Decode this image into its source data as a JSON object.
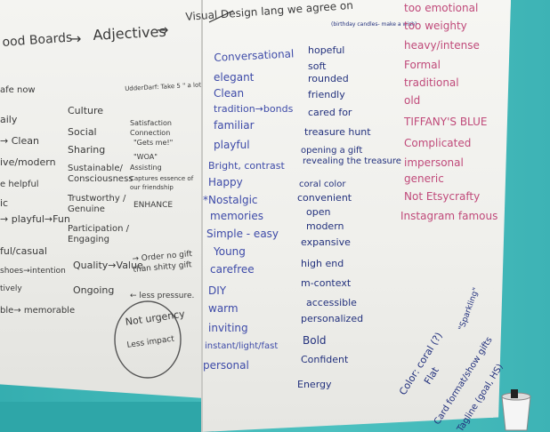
{
  "header": {
    "boards": "ood Boards",
    "arrow1": "→",
    "adjectives": "Adjectives",
    "arrow2": "→",
    "visual": "Visual Design lang we agree on"
  },
  "col_left": {
    "top": "afe now",
    "items": [
      "aily",
      "→ Clean",
      "ive/modern",
      "e helpful",
      "ic",
      "→ playful→Fun",
      "ful/casual",
      "shoes→intention",
      "tively",
      "ble→ memorable"
    ]
  },
  "col_culture": {
    "head": "Culture",
    "items": [
      "Social",
      "Sharing",
      "Sustainable/ Consciousness",
      "Trustworthy / Genuine",
      "Participation / Engaging",
      "Quality→Value",
      "Ongoing"
    ]
  },
  "col_udder": {
    "head": "UdderDarf: Take 5 \" a lot",
    "items": [
      "Satisfaction",
      "Connection",
      "\"Gets me!\"",
      "\"WOA\"",
      "Assisting",
      "Captures essence of our friendship",
      "ENHANCE"
    ],
    "notes": [
      "→ Order no gift than shitty gift",
      "← less pressure."
    ],
    "circle": [
      "Not urgency",
      "Less impact"
    ]
  },
  "col_blue": {
    "items": [
      "Conversational",
      "elegant",
      "Clean",
      "tradition→bonds",
      "familiar",
      "playful",
      "Bright, contrast",
      "Happy",
      "*Nostalgic",
      "memories",
      "Simple - easy",
      "Young",
      "carefree",
      "DIY",
      "warm",
      "inviting",
      "instant/light/fast",
      "personal"
    ]
  },
  "col_navy": {
    "note": "(birthday candles- make a wish)",
    "items": [
      "hopeful",
      "soft",
      "rounded",
      "friendly",
      "cared for",
      "treasure hunt",
      "opening a gift",
      "revealing the treasure",
      "coral color",
      "convenient",
      "open",
      "modern",
      "expansive",
      "high end",
      "m-context",
      "accessible",
      "personalized",
      "Bold",
      "Confident",
      "Energy"
    ]
  },
  "col_pink": {
    "items": [
      "too emotional",
      "too weighty",
      "heavy/intense",
      "Formal",
      "traditional",
      "old",
      "TIFFANY'S BLUE",
      "Complicated",
      "impersonal",
      "generic",
      "Not Etsycrafty",
      "Instagram famous"
    ]
  },
  "corner": {
    "items": [
      "Color: coral (?)",
      "\"Sparkling\"",
      "Flat",
      "Card format/show gifts",
      "Tagline (goal, HS)"
    ]
  }
}
